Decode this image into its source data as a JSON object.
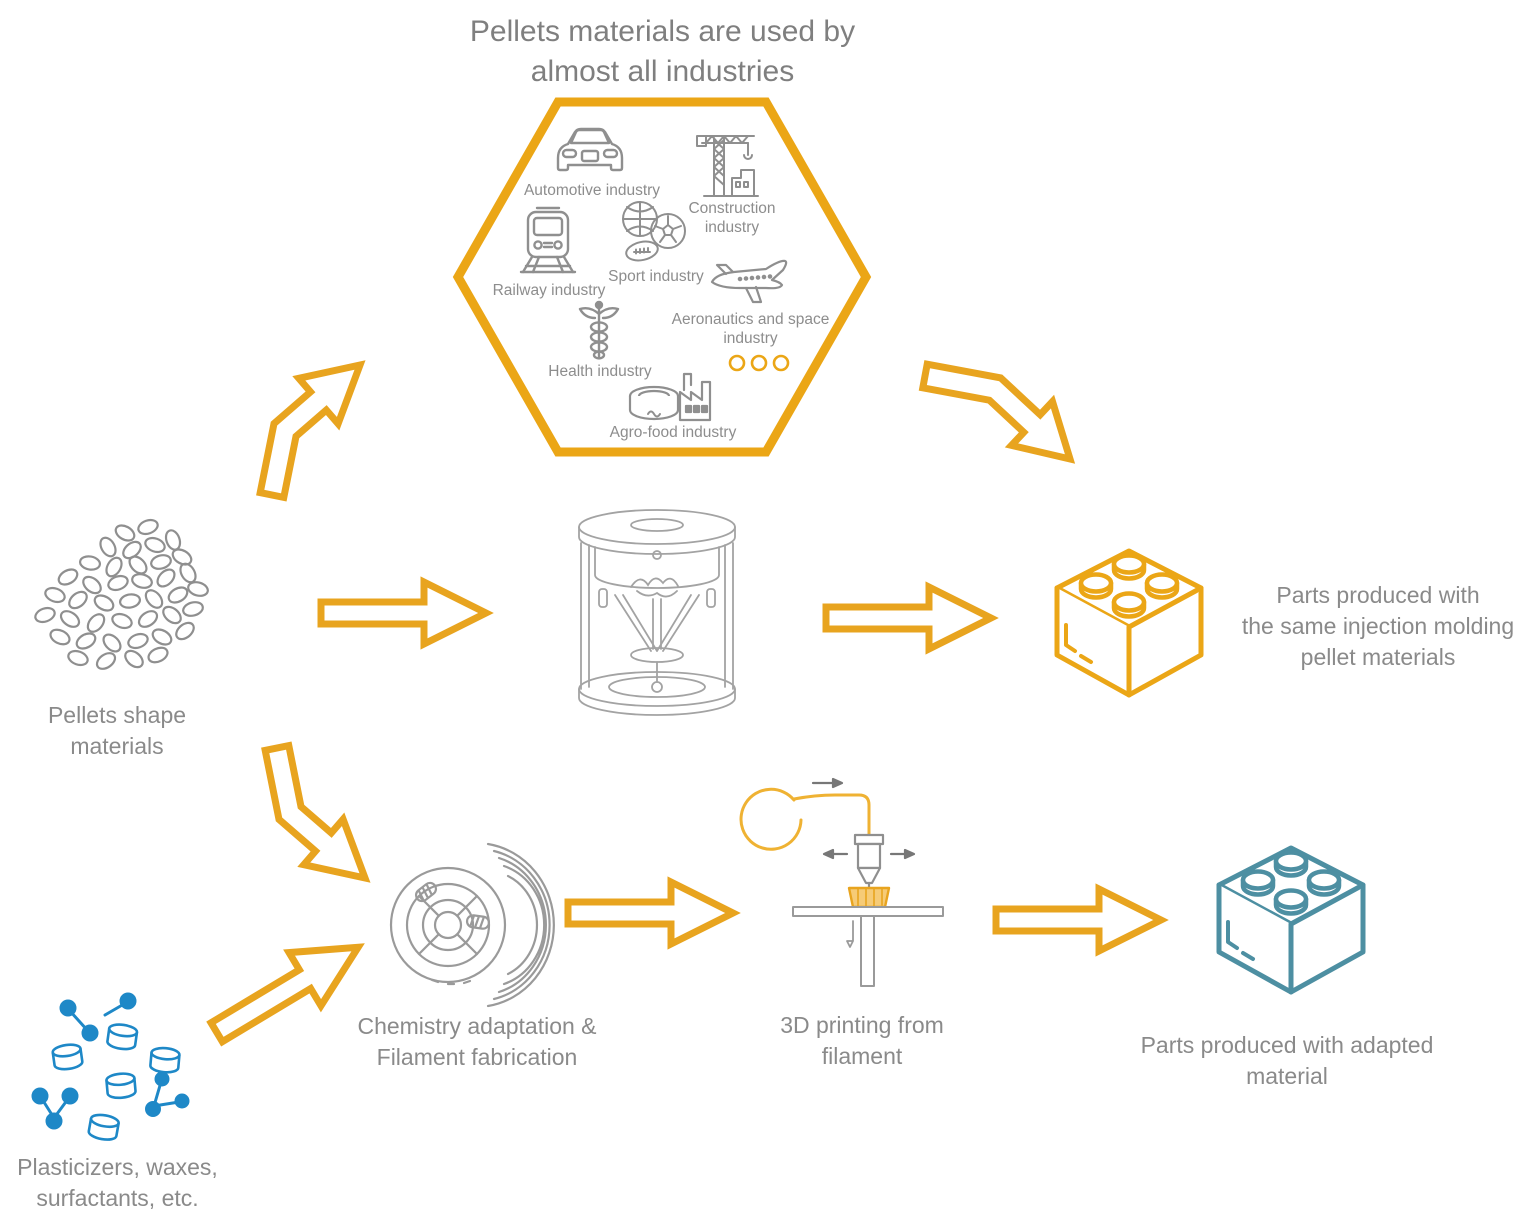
{
  "title": {
    "line1": "Pellets materials are used by",
    "line2": "almost all industries"
  },
  "hexagon": {
    "industries": [
      {
        "label": "Automotive industry",
        "icon": "car-icon"
      },
      {
        "label": "Construction industry",
        "icon": "construction-crane-icon"
      },
      {
        "label": "Railway industry",
        "icon": "train-icon"
      },
      {
        "label": "Sport industry",
        "icon": "sport-balls-icon"
      },
      {
        "label": "Aeronautics and space industry",
        "icon": "airplane-icon"
      },
      {
        "label": "Health industry",
        "icon": "caduceus-icon"
      },
      {
        "label": "Agro-food industry",
        "icon": "agro-food-factory-icon"
      }
    ],
    "more_indicator_icon": "ellipsis-dots-icon"
  },
  "nodes": {
    "pellets": {
      "line1": "Pellets shape",
      "line2": "materials",
      "icon": "pellets-cluster-icon"
    },
    "injection_parts": {
      "line1": "Parts produced with",
      "line2": "the same injection molding",
      "line3": "pellet materials",
      "icon": "brick-icon"
    },
    "additives": {
      "line1": "Plasticizers, waxes,",
      "line2": "surfactants, etc.",
      "icon": "molecules-icon"
    },
    "chemistry": {
      "line1": "Chemistry adaptation &",
      "line2": "Filament fabrication",
      "icon": "filament-spool-icon"
    },
    "filament_printing": {
      "line1": "3D printing from",
      "line2": "filament",
      "icon": "fdm-printer-icon"
    },
    "adapted_parts": {
      "line1": "Parts produced with adapted",
      "line2": "material",
      "icon": "brick-icon"
    }
  },
  "colors": {
    "accent_orange": "#EBA616",
    "icon_gray": "#8F8F8F",
    "text_gray": "#8A8A8A",
    "molecule_blue": "#1E88C7",
    "brick_teal": "#4D8FA2"
  }
}
